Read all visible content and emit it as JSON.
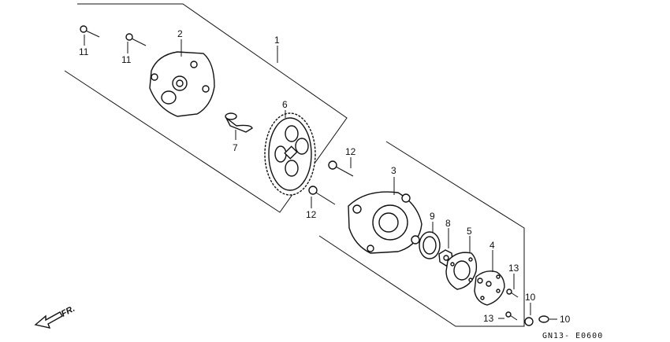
{
  "diagram": {
    "code": "GN13- E0600",
    "direction_label": "FR.",
    "callouts": {
      "c1": "1",
      "c2": "2",
      "c3": "3",
      "c4": "4",
      "c5": "5",
      "c6": "6",
      "c7": "7",
      "c8": "8",
      "c9": "9",
      "c10a": "10",
      "c10b": "10",
      "c11a": "11",
      "c11b": "11",
      "c12a": "12",
      "c12b": "12",
      "c13a": "13",
      "c13b": "13"
    }
  }
}
